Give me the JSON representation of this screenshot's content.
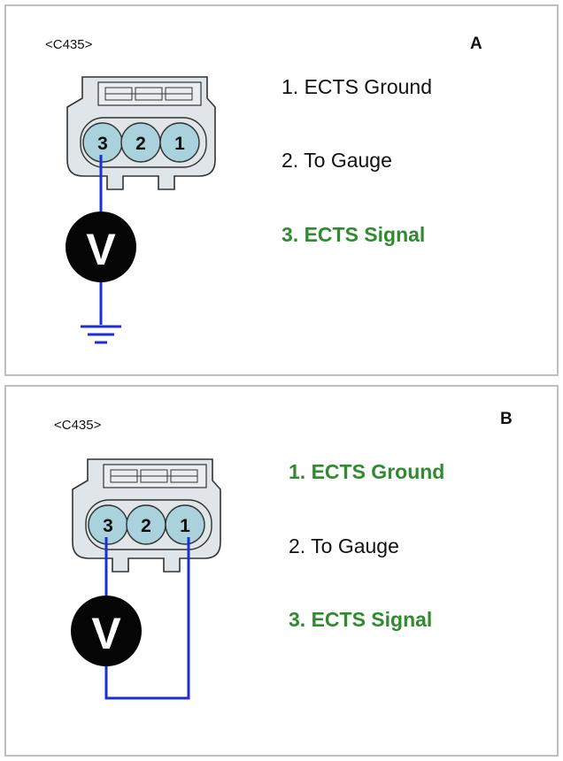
{
  "colors": {
    "wire": "#1a2fd6",
    "highlight": "#2e8b2e",
    "text": "#111111",
    "connector_body": "#dfe5e8",
    "pin_fill": "#a9d2dc",
    "meter_fill": "#050505",
    "meter_text": "#ffffff",
    "panel_border": "#bfbfbf"
  },
  "icons": {
    "connector": "connector-icon",
    "voltmeter": "voltmeter-icon",
    "ground": "ground-icon"
  },
  "panels": [
    {
      "id": "A",
      "label": "A",
      "connector": "<C435>",
      "meter": "V",
      "pins": [
        "3",
        "2",
        "1"
      ],
      "items": [
        {
          "text": "1. ECTS Ground",
          "highlight": false
        },
        {
          "text": "2. To Gauge",
          "highlight": false
        },
        {
          "text": "3. ECTS Signal",
          "highlight": true
        }
      ]
    },
    {
      "id": "B",
      "label": "B",
      "connector": "<C435>",
      "meter": "V",
      "pins": [
        "3",
        "2",
        "1"
      ],
      "items": [
        {
          "text": "1. ECTS Ground",
          "highlight": true
        },
        {
          "text": "2. To Gauge",
          "highlight": false
        },
        {
          "text": "3. ECTS Signal",
          "highlight": true
        }
      ]
    }
  ]
}
